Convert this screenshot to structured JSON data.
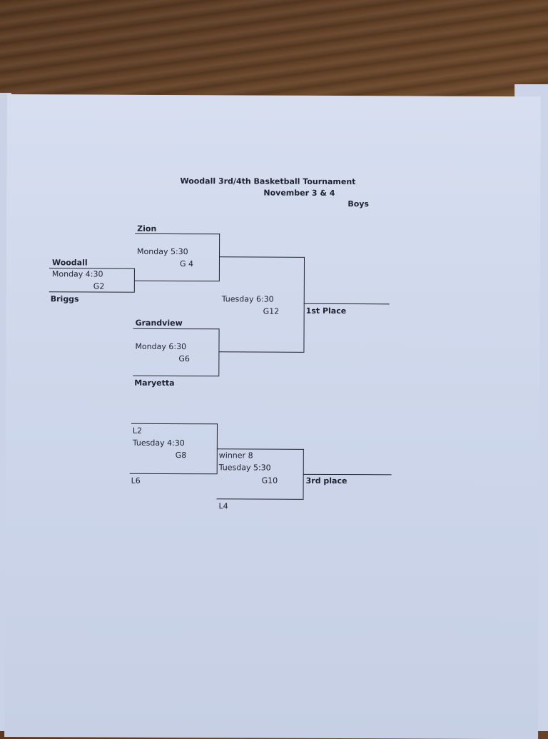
{
  "header": {
    "title": "Woodall 3rd/4th Basketball Tournament",
    "dates": "November 3 & 4",
    "division": "Boys"
  },
  "bracket": {
    "teams": {
      "zion": "Zion",
      "woodall": "Woodall",
      "briggs": "Briggs",
      "grandview": "Grandview",
      "maryetta": "Maryetta"
    },
    "games": {
      "g2": {
        "time": "Monday 4:30",
        "label": "G2"
      },
      "g4": {
        "time": "Monday 5:30",
        "label": "G 4"
      },
      "g6": {
        "time": "Monday 6:30",
        "label": "G6"
      },
      "g12": {
        "time": "Tuesday 6:30",
        "label": "G12"
      }
    },
    "first_place": "1st Place"
  },
  "consolation": {
    "l2": "L2",
    "l6": "L6",
    "l4": "L4",
    "g8": {
      "time": "Tuesday 4:30",
      "label": "G8"
    },
    "g10": {
      "winner": "winner 8",
      "time": "Tuesday 5:30",
      "label": "G10"
    },
    "third_place": "3rd place"
  }
}
